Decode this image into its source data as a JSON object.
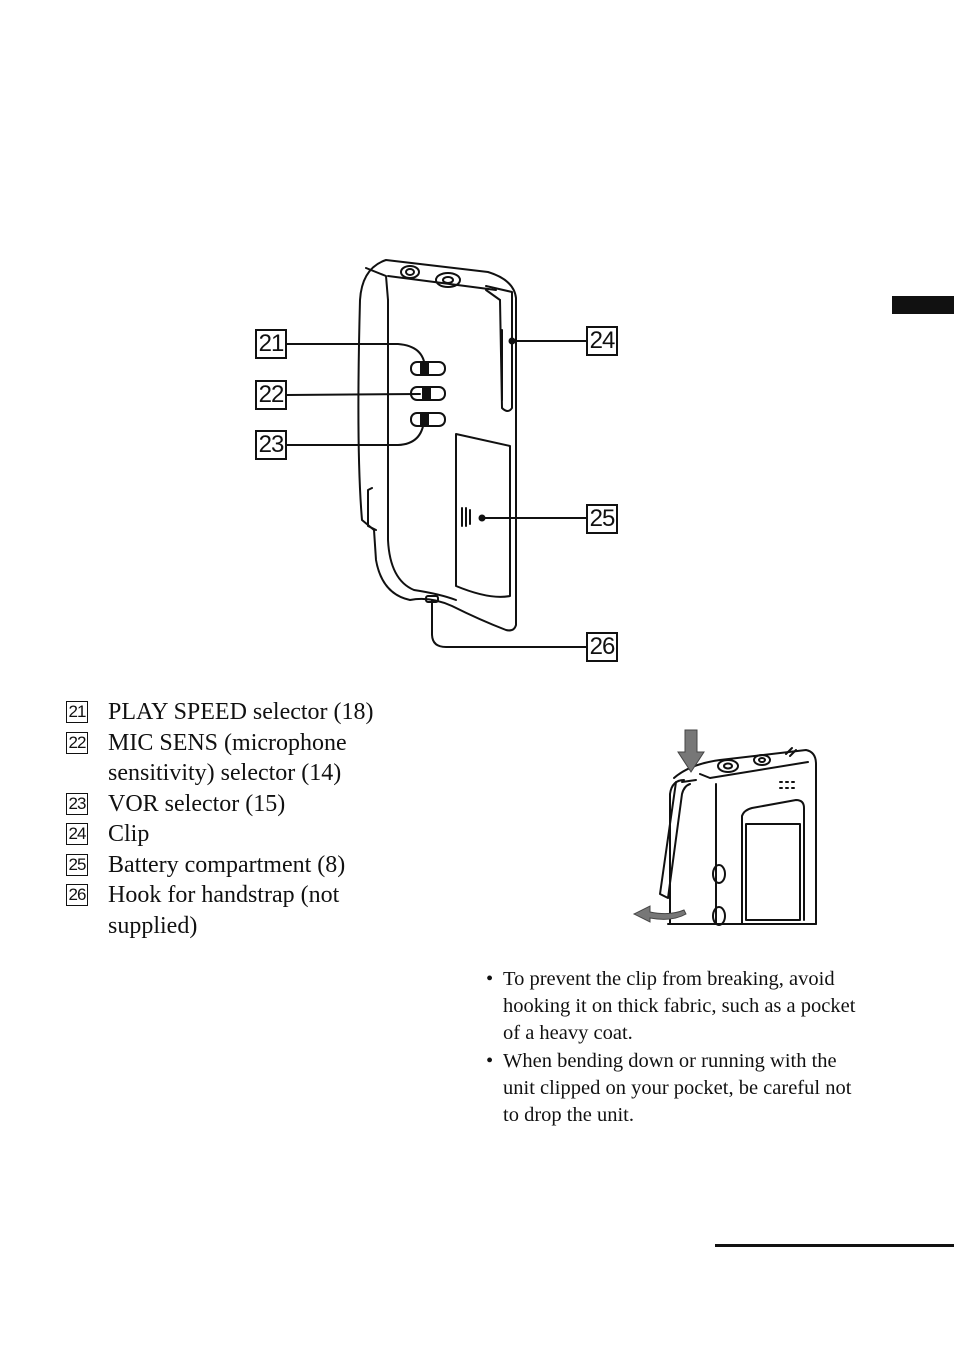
{
  "callouts": [
    "21",
    "22",
    "23",
    "24",
    "25",
    "26"
  ],
  "legend": [
    {
      "num": "21",
      "text": "PLAY SPEED selector (18)"
    },
    {
      "num": "22",
      "text": "MIC SENS (microphone sensitivity) selector (14)"
    },
    {
      "num": "23",
      "text": "VOR selector (15)"
    },
    {
      "num": "24",
      "text": "Clip"
    },
    {
      "num": "25",
      "text": "Battery compartment (8)"
    },
    {
      "num": "26",
      "text": "Hook for handstrap (not supplied)"
    }
  ],
  "notes": [
    {
      "bullet": "•",
      "text": "To prevent the clip from breaking, avoid hooking it on thick fabric, such as a pocket of a heavy coat."
    },
    {
      "bullet": "•",
      "text": "When bending down or running with the unit clipped on your pocket, be careful not to drop the unit."
    }
  ]
}
